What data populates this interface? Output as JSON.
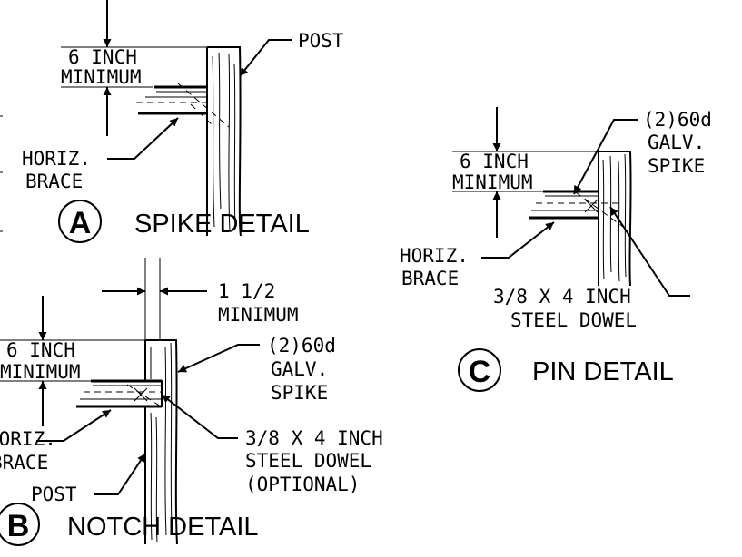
{
  "detail_a": {
    "dimension_top": "6 INCH",
    "dimension_bottom": "MINIMUM",
    "post_label": "POST",
    "brace_label_1": "HORIZ.",
    "brace_label_2": "BRACE",
    "letter": "A",
    "title": "SPIKE DETAIL"
  },
  "detail_b": {
    "offset_top": "1 1/2",
    "offset_bottom": "MINIMUM",
    "dimension_top": "6 INCH",
    "dimension_bottom": "MINIMUM",
    "spike_line_1": "(2)60d",
    "spike_line_2": "GALV.",
    "spike_line_3": "SPIKE",
    "dowel_line_1": "3/8 X 4 INCH",
    "dowel_line_2": "STEEL DOWEL",
    "dowel_line_3": "(OPTIONAL)",
    "brace_label_1": "HORIZ.",
    "brace_label_2": "BRACE",
    "post_label": "POST",
    "letter": "B",
    "title": "NOTCH DETAIL"
  },
  "detail_c": {
    "dimension_top": "6 INCH",
    "dimension_bottom": "MINIMUM",
    "spike_line_1": "(2)60d",
    "spike_line_2": "GALV.",
    "spike_line_3": "SPIKE",
    "dowel_line_1": "3/8 X 4 INCH",
    "dowel_line_2": "STEEL DOWEL",
    "brace_label_1": "HORIZ.",
    "brace_label_2": "BRACE",
    "letter": "C",
    "title": "PIN DETAIL"
  }
}
